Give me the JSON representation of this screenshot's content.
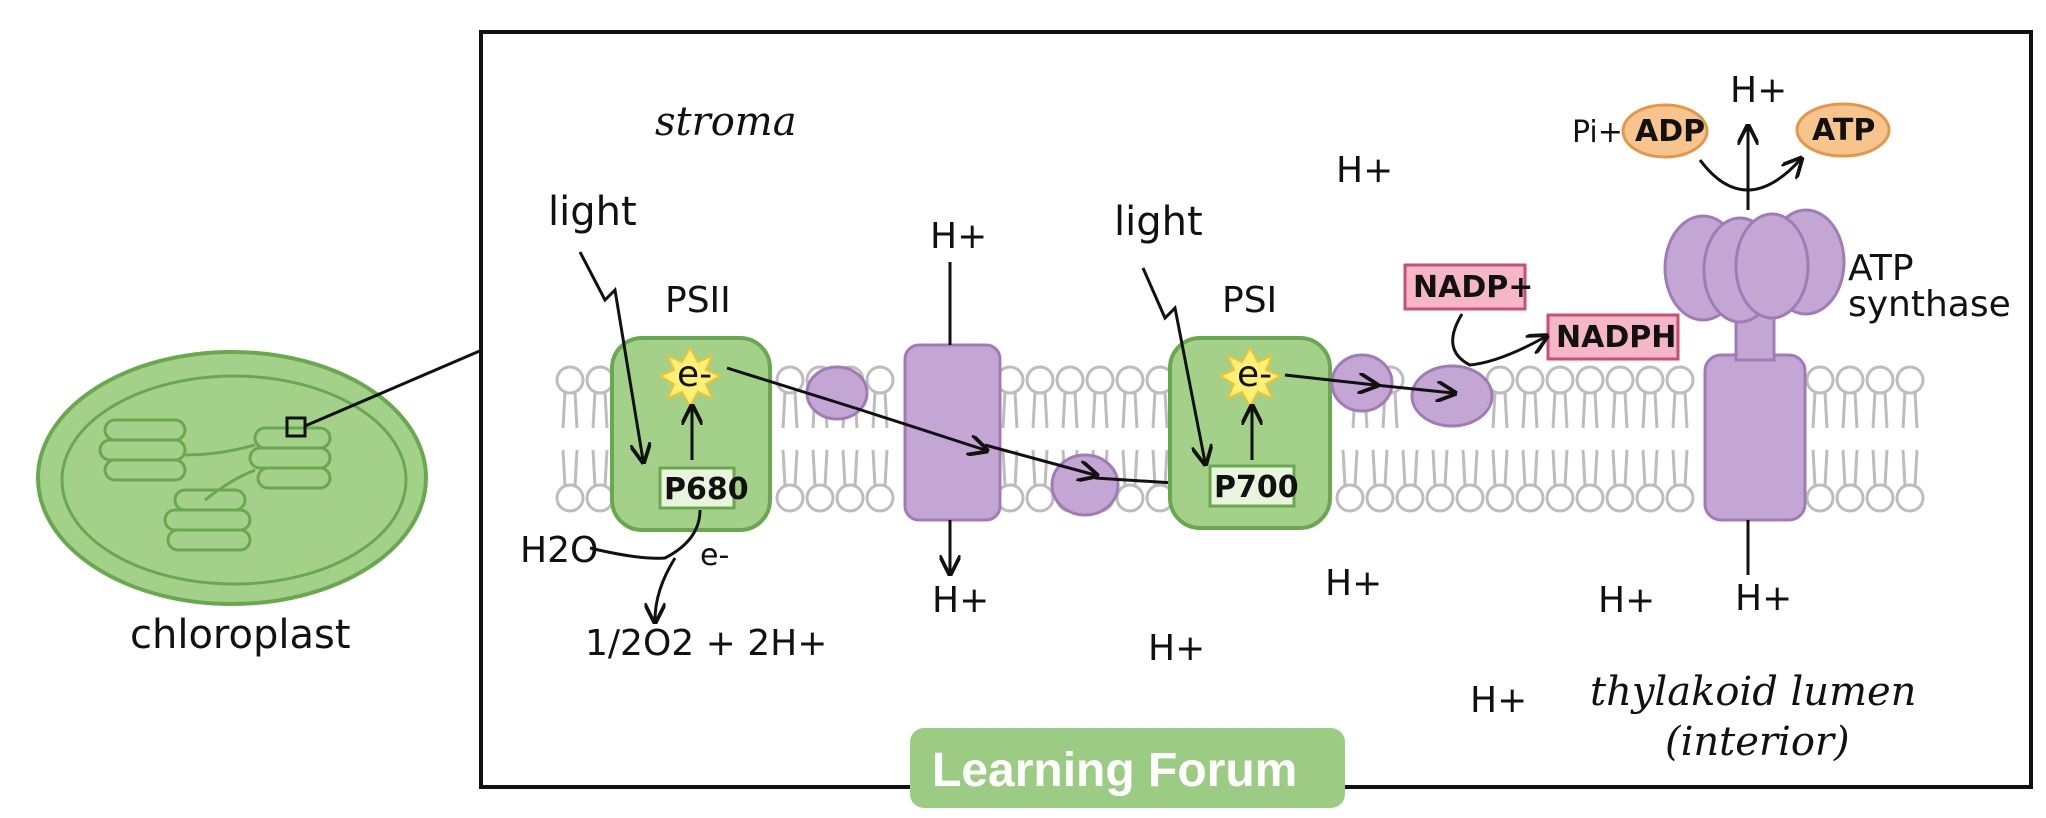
{
  "chloroplast_label": "chloroplast",
  "stroma_label": "stroma",
  "lumen_label_line1": "thylakoid lumen",
  "lumen_label_line2": "(interior)",
  "light_label_1": "light",
  "light_label_2": "light",
  "ps2_label": "PSII",
  "ps1_label": "PSI",
  "p680_label": "P680",
  "p700_label": "P700",
  "electron_label": "e-",
  "electron_label_2": "e-",
  "electron_label_3": "e-",
  "water_label": "H2O",
  "oxygen_label": "1/2O2 + 2H+",
  "proton_label": "H+",
  "nadp_label": "NADP+",
  "nadph_label": "NADPH",
  "pi_label": "Pi+",
  "adp_label": "ADP",
  "atp_label": "ATP",
  "atp_synthase_line1": "ATP",
  "atp_synthase_line2": "synthase",
  "watermark": "Learning Forum",
  "colors": {
    "chloroplast_fill": "#a3d18a",
    "chloroplast_stroke": "#6aa84f",
    "protein_purple": "#c3a6d3",
    "protein_purple_stroke": "#a07cb7",
    "nadp_pink": "#f4b6c8",
    "nadp_stroke": "#c94f73",
    "adp_orange": "#f6c48c",
    "adp_stroke": "#e0984a",
    "lipid_grey": "#bdbdbd",
    "electron_yellow": "#fff176",
    "watermark_green": "#9ccc84"
  }
}
